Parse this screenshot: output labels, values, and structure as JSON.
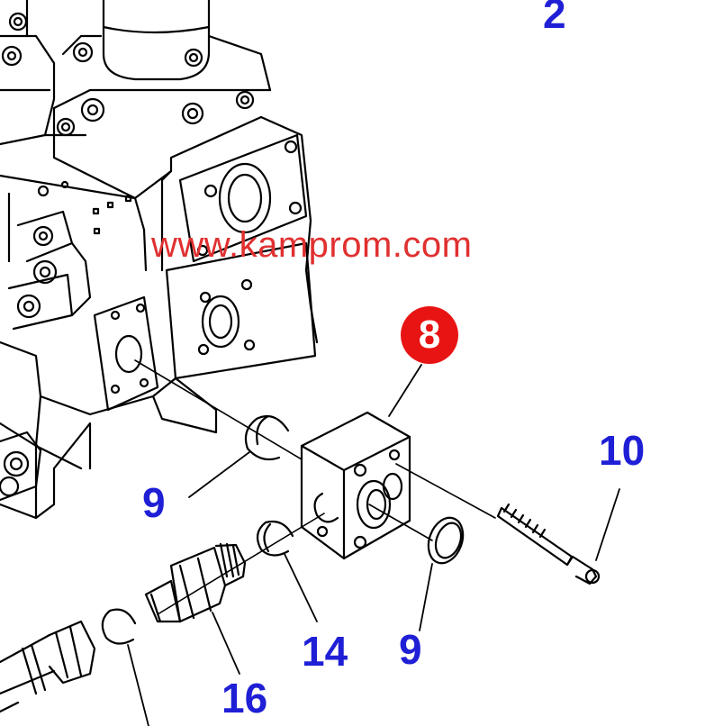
{
  "watermark": "www.kamprom.com",
  "highlight": {
    "label": "8",
    "color": "#e81414"
  },
  "callouts": {
    "top_right": "2",
    "bolt": "10",
    "oring_left": "9",
    "oring_right": "9",
    "oring_small": "14",
    "fitting": "16"
  },
  "colors": {
    "callout": "#1f1fd6",
    "watermark": "#e03030",
    "linework": "#000000"
  }
}
